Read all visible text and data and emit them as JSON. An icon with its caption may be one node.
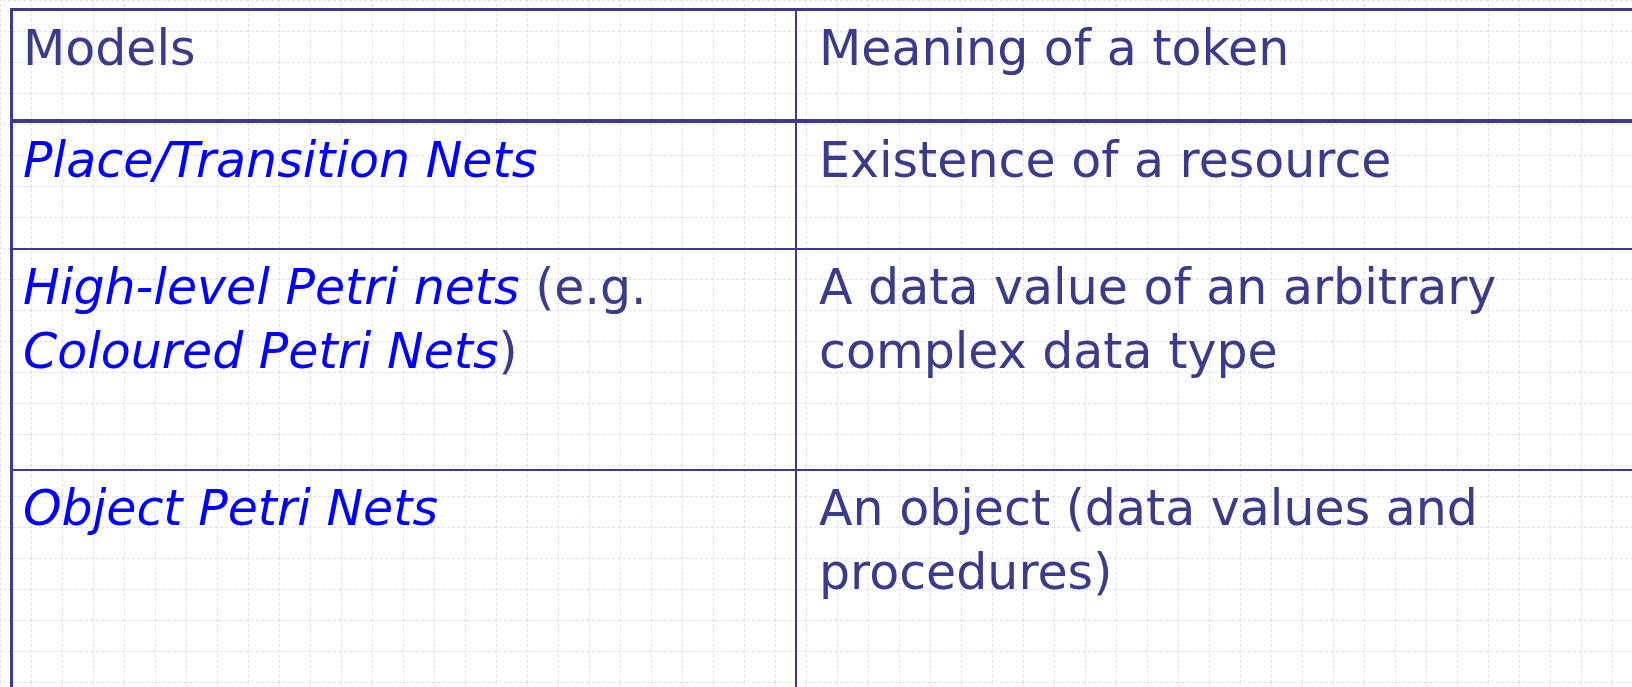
{
  "diagram": {
    "labels": [
      "Models",
      "Meaning of a token",
      "*Place/Transition Nets*",
      "Existence of a resource",
      "*High-level Petri nets* (e.g. *Coloured Petri Nets*)",
      "A data value of an arbitrary complex data type",
      "*Object Petri Nets*",
      "An object (data values and procedures)"
    ]
  }
}
